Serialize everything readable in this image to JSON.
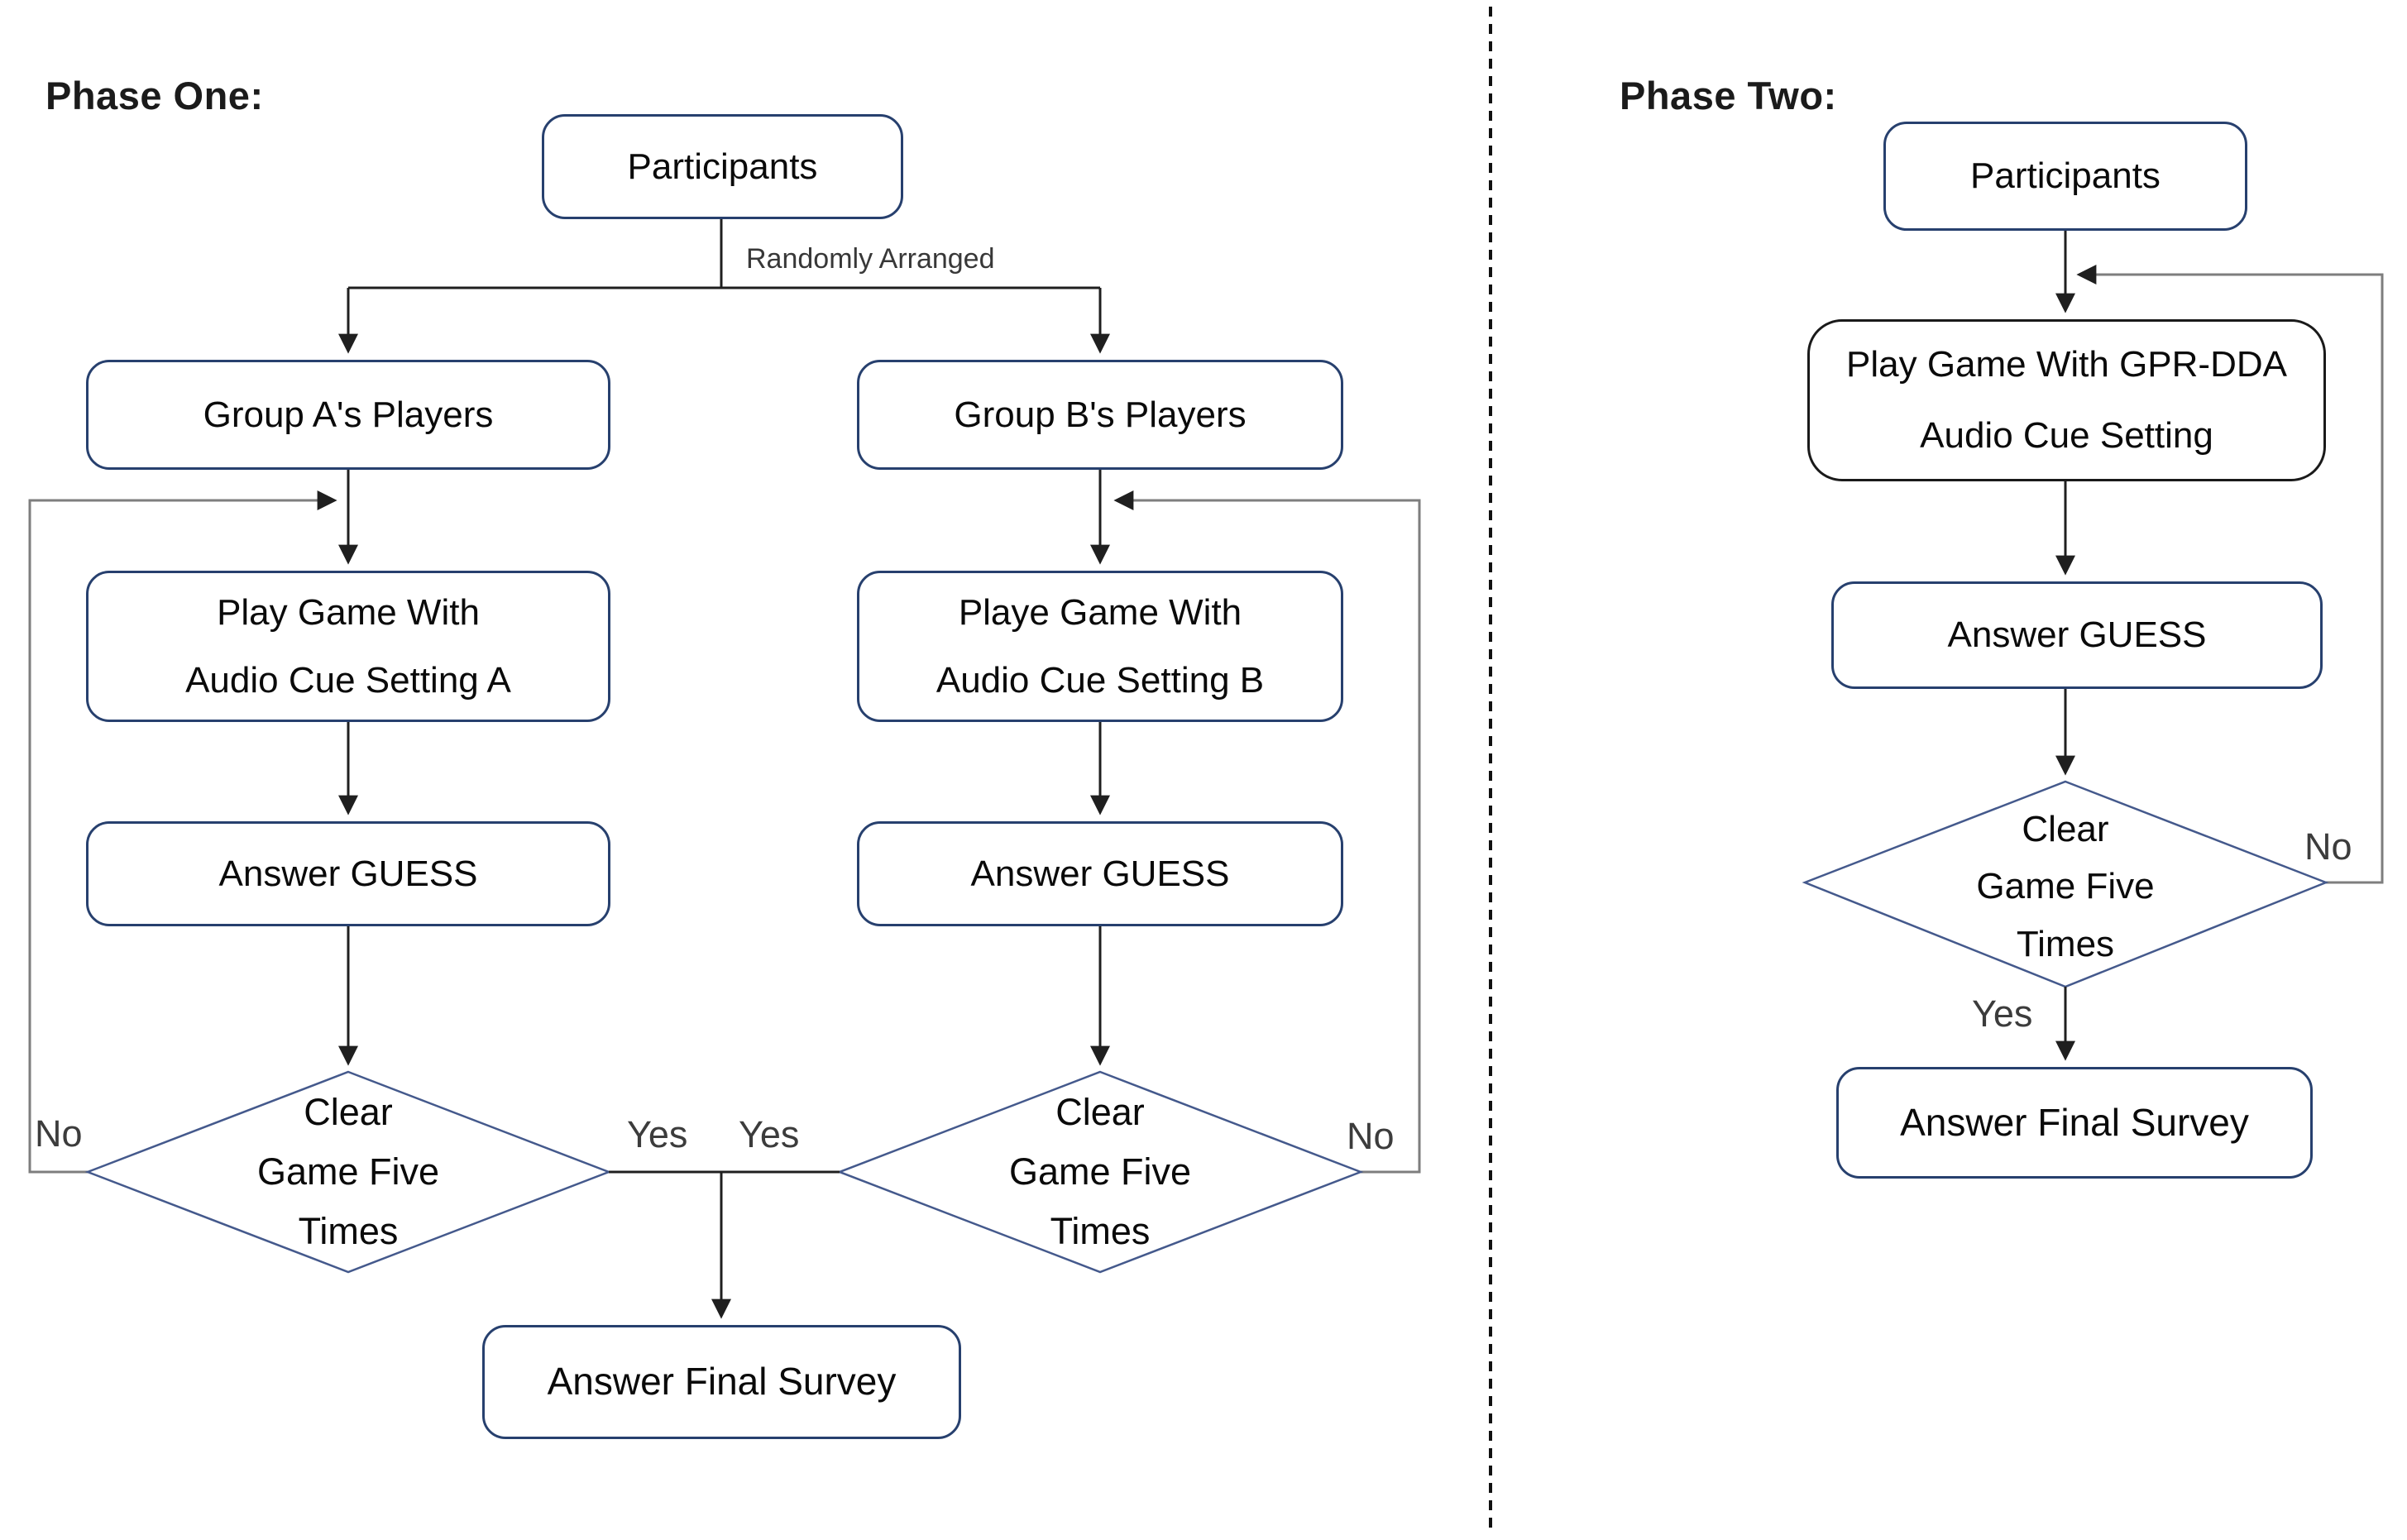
{
  "phase_one": {
    "title": "Phase One:",
    "nodes": {
      "participants": "Participants",
      "group_a": "Group A's Players",
      "group_b": "Group B's Players",
      "play_a": "Play Game With\nAudio Cue Setting A",
      "play_b": "Playe Game With\nAudio Cue Setting B",
      "answer_guess_a": "Answer GUESS",
      "answer_guess_b": "Answer GUESS",
      "decision_a": "Clear\nGame Five\nTimes",
      "decision_b": "Clear\nGame Five\nTimes",
      "final_survey": "Answer Final Survey"
    },
    "edge_labels": {
      "randomly_arranged": "Randomly Arranged",
      "no_a": "No",
      "no_b": "No",
      "yes_a": "Yes",
      "yes_b": "Yes"
    }
  },
  "phase_two": {
    "title": "Phase Two:",
    "nodes": {
      "participants": "Participants",
      "play_gpr_dda": "Play Game With GPR-DDA\nAudio Cue Setting",
      "answer_guess": "Answer GUESS",
      "decision": "Clear\nGame Five\nTimes",
      "final_survey": "Answer Final Survey"
    },
    "edge_labels": {
      "no": "No",
      "yes": "Yes"
    }
  },
  "colors": {
    "node_border": "#27406e",
    "gpr_node_border": "#1a1a1a",
    "diamond_stroke": "#44598c",
    "flow_line": "#1f1f1f",
    "loop_line": "#7e7e7e",
    "text": "#0a0a0a",
    "label_text": "#3c3c3c",
    "divider": "#111111",
    "background": "#ffffff"
  }
}
